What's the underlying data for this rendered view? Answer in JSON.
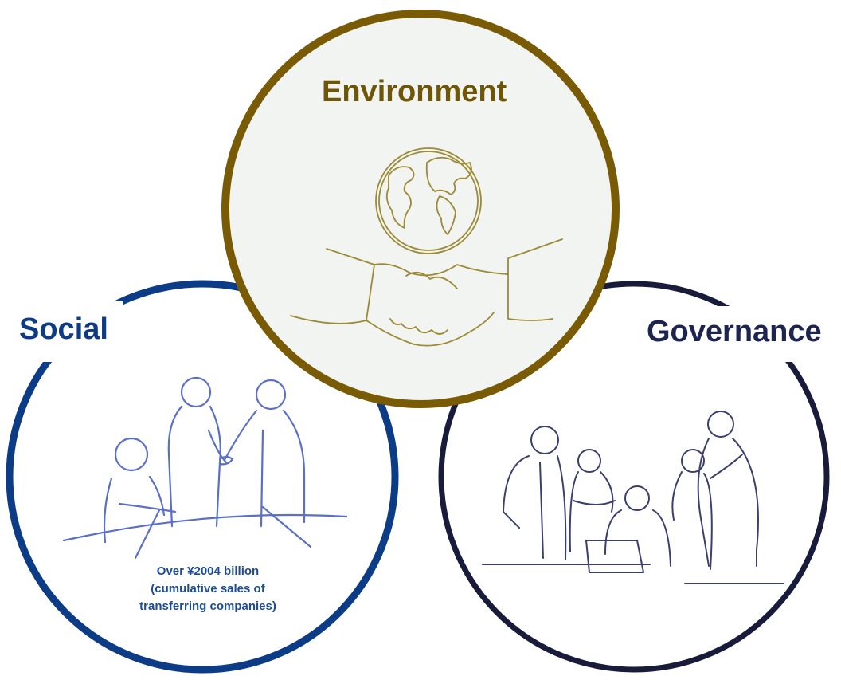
{
  "pillars": {
    "environment": {
      "label": "Environment",
      "icon": "globe-handshake-icon",
      "ring_color": "#7a5b05",
      "fill_color": "#f1f4f1"
    },
    "social": {
      "label": "Social",
      "icon": "business-meeting-icon",
      "ring_color": "#0c3c86",
      "note_lines": [
        "Over ¥2004 billion",
        "(cumulative sales of",
        "transferring companies)"
      ]
    },
    "governance": {
      "label": "Governance",
      "icon": "team-discussion-icon",
      "ring_color": "#181c3a"
    }
  }
}
